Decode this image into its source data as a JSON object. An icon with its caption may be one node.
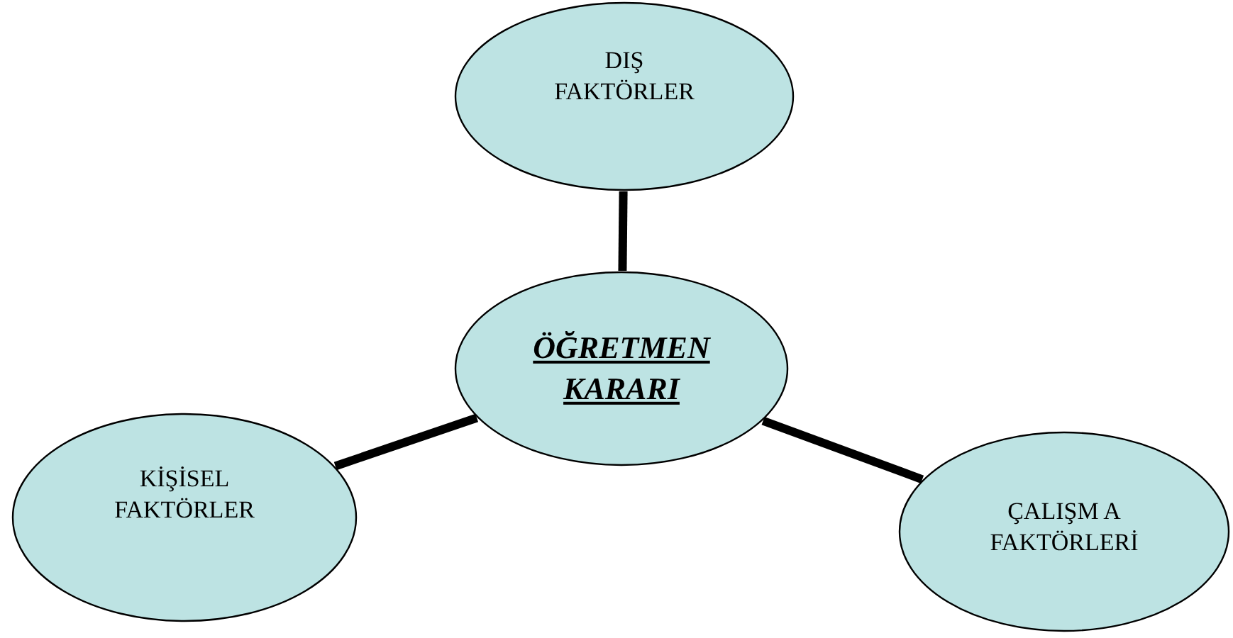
{
  "diagram": {
    "nodes": [
      {
        "text": [
          "DIŞ FAKTÖRLER"
        ]
      },
      {
        "text": [
          "ÖĞRETMEN KARARI"
        ]
      },
      {
        "text": [
          "KİŞİSEL FAKTÖRLER"
        ]
      },
      {
        "text": [
          "ÇALIŞM A FAKTÖRLERİ"
        ]
      }
    ],
    "edges": [
      {
        "from": 1,
        "to": 0,
        "arrow": "none"
      },
      {
        "from": 1,
        "to": 2,
        "arrow": "none"
      },
      {
        "from": 1,
        "to": 3,
        "arrow": "none"
      }
    ]
  }
}
